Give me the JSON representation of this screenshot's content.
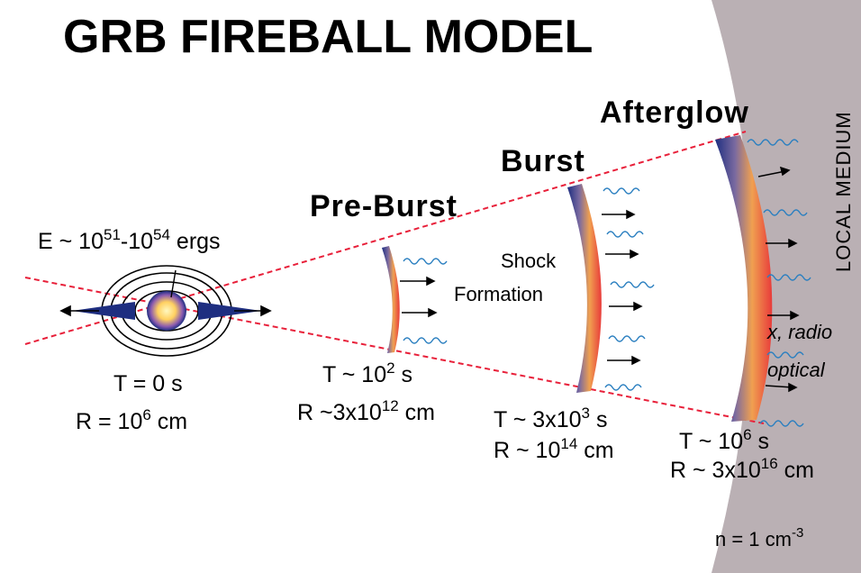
{
  "title": "GRB FIREBALL MODEL",
  "source": {
    "energy": "E ~ 10",
    "energy_exp1": "51",
    "energy_mid": "-10",
    "energy_exp2": "54",
    "energy_unit": " ergs",
    "time": "T = 0 s",
    "radius": "R = 10",
    "radius_exp": "6",
    "radius_unit": " cm"
  },
  "stages": [
    {
      "name": "Pre-Burst",
      "t": "T ~ 10",
      "t_exp": "2",
      "t_unit": " s",
      "r": "R ~3x10",
      "r_exp": "12",
      "r_unit": " cm"
    },
    {
      "name": "Burst",
      "t": "T ~ 3x10",
      "t_exp": "3",
      "t_unit": " s",
      "r": "R ~ 10",
      "r_exp": "14",
      "r_unit": " cm"
    },
    {
      "name": "Afterglow",
      "t": "T ~ 10",
      "t_exp": "6",
      "t_unit": " s",
      "r": "R ~ 3x10",
      "r_exp": "16",
      "r_unit": " cm"
    }
  ],
  "shock_line1": "Shock",
  "shock_line2": "Formation",
  "emission": {
    "line1": "x, radio",
    "line2": "optical"
  },
  "medium": {
    "label": "LOCAL MEDIUM",
    "density": "n = 1 cm",
    "density_exp": "-3"
  },
  "colors": {
    "medium": "#bab0b4",
    "cone": "#e8203a",
    "wave": "#2a7fc0",
    "shell_inner": "#1e2e80",
    "shell_outer": "#e83a3a",
    "core": "#ffe070"
  }
}
